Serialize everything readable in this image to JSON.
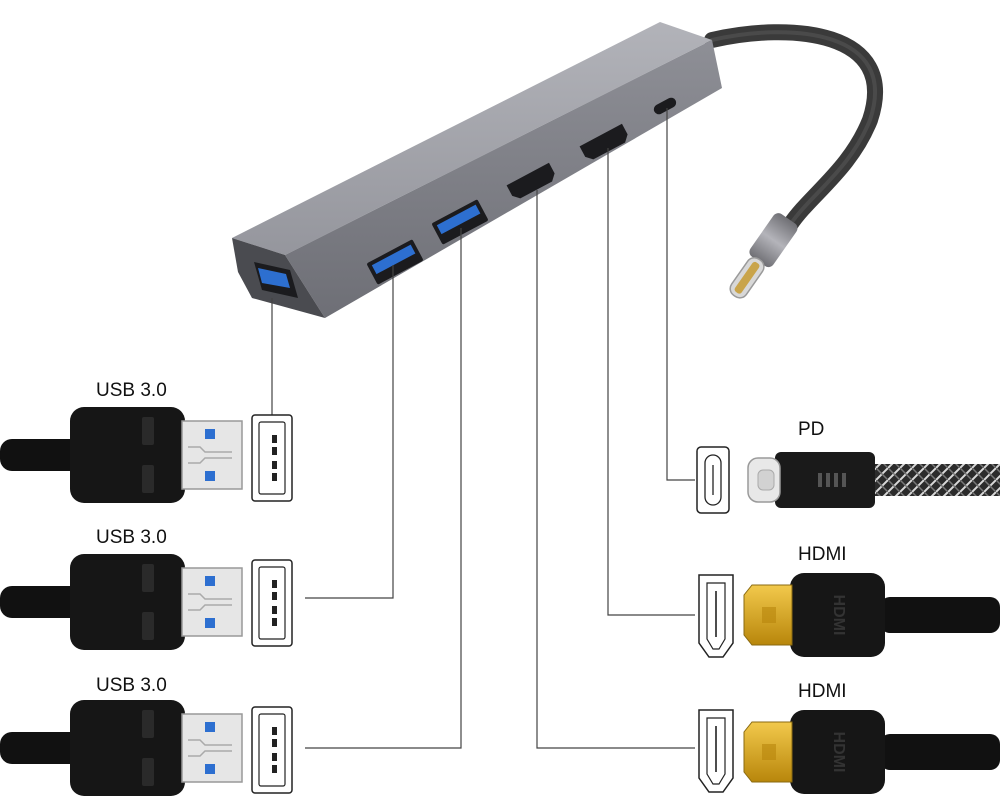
{
  "ports": [
    {
      "label": "USB 3.0",
      "kind": "usb-a"
    },
    {
      "label": "USB 3.0",
      "kind": "usb-a"
    },
    {
      "label": "USB 3.0",
      "kind": "usb-a"
    },
    {
      "label": "PD",
      "kind": "usb-c"
    },
    {
      "label": "HDMI",
      "kind": "hdmi"
    },
    {
      "label": "HDMI",
      "kind": "hdmi"
    }
  ],
  "colors": {
    "hub_body": "#9a9ba2",
    "hub_front": "#83848b",
    "cable": "#111111",
    "usb_blue": "#2d6fd0",
    "gold": "#d9a417",
    "leader_line": "#444444"
  }
}
